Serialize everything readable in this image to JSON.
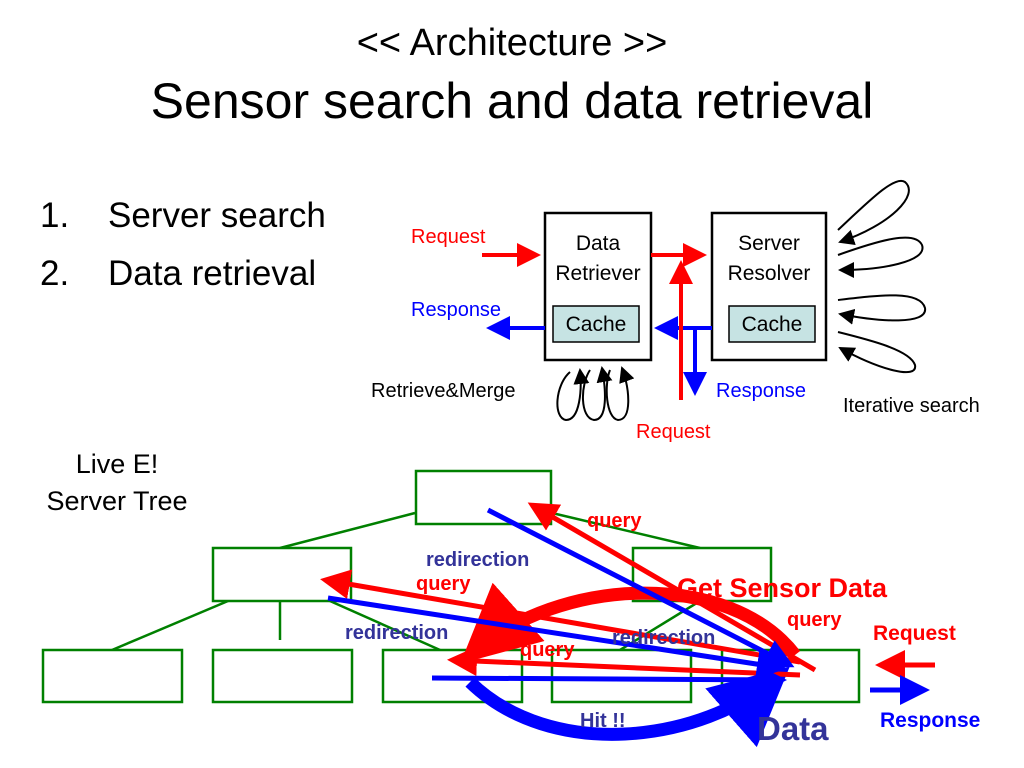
{
  "title": {
    "line1": "<< Architecture >>",
    "line2": "Sensor search and data retrieval"
  },
  "steps": [
    {
      "num": "1.",
      "label": "Server search"
    },
    {
      "num": "2.",
      "label": "Data retrieval"
    }
  ],
  "architecture": {
    "data_retriever": {
      "line1": "Data",
      "line2": "Retriever",
      "cache": "Cache"
    },
    "server_resolver": {
      "line1": "Server",
      "line2": "Resolver",
      "cache": "Cache"
    },
    "request_in": "Request",
    "response_out": "Response",
    "request_bottom": "Request",
    "response_bottom": "Response",
    "retrieve_merge": "Retrieve&Merge",
    "iterative_search": "Iterative search"
  },
  "tree": {
    "label_line1": "Live E!",
    "label_line2": "Server Tree",
    "labels": {
      "query_top": "query",
      "redirection_1": "redirection",
      "query_2": "query",
      "get_sensor_data": "Get Sensor Data",
      "query_right": "query",
      "request": "Request",
      "redirection_2": "redirection",
      "query_mid": "query",
      "redirection_3": "redirection",
      "hit": "Hit !!",
      "data": "Data",
      "response": "Response"
    }
  },
  "colors": {
    "request": "#ff0000",
    "response": "#0000ff",
    "tree_line": "#008000",
    "cache_fill": "#c6e3e3",
    "label_blue": "#333399"
  }
}
